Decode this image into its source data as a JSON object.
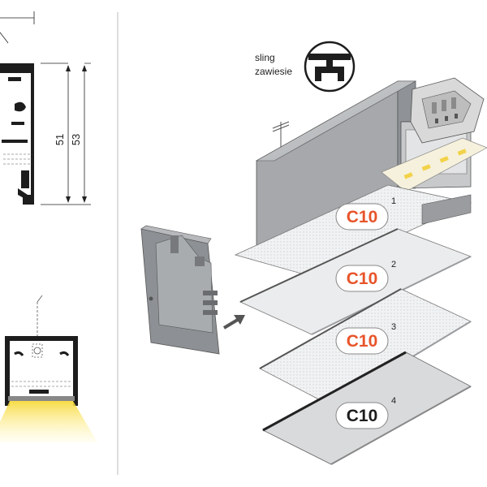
{
  "dimensions": {
    "height_inner": "51",
    "height_outer": "53"
  },
  "suspension": {
    "label_en": "sling",
    "label_pl": "zawiesie",
    "icon": "sling-suspension-icon"
  },
  "diffusers": [
    {
      "label": "C10",
      "number": "1",
      "style": "orange"
    },
    {
      "label": "C10",
      "number": "2",
      "style": "orange"
    },
    {
      "label": "C10",
      "number": "3",
      "style": "orange"
    },
    {
      "label": "C10",
      "number": "4",
      "style": "black"
    }
  ],
  "colors": {
    "accent": "#e8542a",
    "badge_fill": "#ffffff",
    "light_glow": "#f5d63a",
    "metal": "#b9bcbf"
  }
}
